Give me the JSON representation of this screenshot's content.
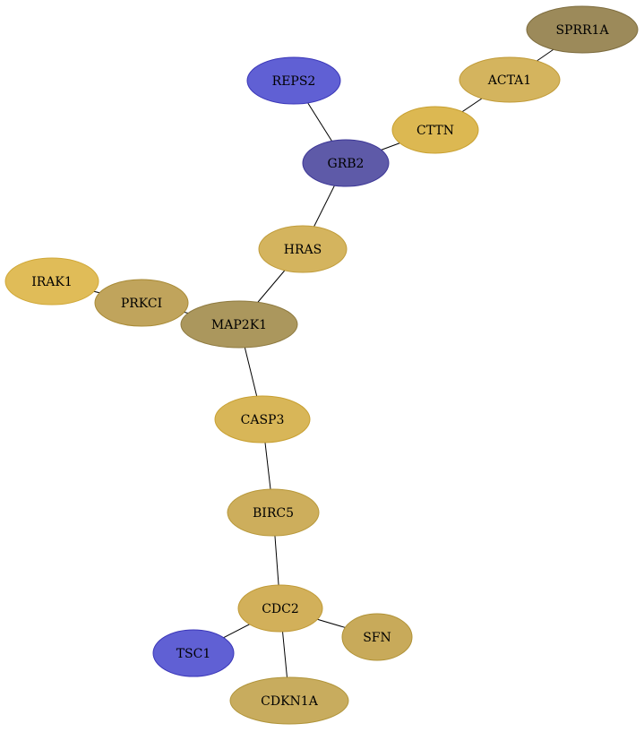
{
  "nodes": [
    {
      "id": "SPRR1A",
      "label": "SPRR1A",
      "fill": "#9c8a5a",
      "stroke": "#7d6c3e"
    },
    {
      "id": "ACTA1",
      "label": "ACTA1",
      "fill": "#d4b45e",
      "stroke": "#c09a36"
    },
    {
      "id": "REPS2",
      "label": "REPS2",
      "fill": "#6060d4",
      "stroke": "#3a36b8"
    },
    {
      "id": "CTTN",
      "label": "CTTN",
      "fill": "#dcb852",
      "stroke": "#c8a030"
    },
    {
      "id": "GRB2",
      "label": "GRB2",
      "fill": "#5e5aa8",
      "stroke": "#3c3696"
    },
    {
      "id": "HRAS",
      "label": "HRAS",
      "fill": "#d4b45e",
      "stroke": "#c09c3a"
    },
    {
      "id": "IRAK1",
      "label": "IRAK1",
      "fill": "#e0bc58",
      "stroke": "#d0a838"
    },
    {
      "id": "PRKCI",
      "label": "PRKCI",
      "fill": "#c0a45c",
      "stroke": "#a88a36"
    },
    {
      "id": "MAP2K1",
      "label": "MAP2K1",
      "fill": "#ab975d",
      "stroke": "#8e7a40"
    },
    {
      "id": "CASP3",
      "label": "CASP3",
      "fill": "#d8b658",
      "stroke": "#c8a032"
    },
    {
      "id": "BIRC5",
      "label": "BIRC5",
      "fill": "#cdae5c",
      "stroke": "#b8983a"
    },
    {
      "id": "CDC2",
      "label": "CDC2",
      "fill": "#d2b05a",
      "stroke": "#c09a36"
    },
    {
      "id": "SFN",
      "label": "SFN",
      "fill": "#c8aa5a",
      "stroke": "#b09236"
    },
    {
      "id": "TSC1",
      "label": "TSC1",
      "fill": "#6060d4",
      "stroke": "#3a36b8"
    },
    {
      "id": "CDKN1A",
      "label": "CDKN1A",
      "fill": "#c8ac5e",
      "stroke": "#b0943a"
    }
  ],
  "edges": [
    [
      "SPRR1A",
      "ACTA1"
    ],
    [
      "ACTA1",
      "CTTN"
    ],
    [
      "CTTN",
      "GRB2"
    ],
    [
      "REPS2",
      "GRB2"
    ],
    [
      "GRB2",
      "HRAS"
    ],
    [
      "HRAS",
      "MAP2K1"
    ],
    [
      "IRAK1",
      "PRKCI"
    ],
    [
      "PRKCI",
      "MAP2K1"
    ],
    [
      "MAP2K1",
      "CASP3"
    ],
    [
      "CASP3",
      "BIRC5"
    ],
    [
      "BIRC5",
      "CDC2"
    ],
    [
      "CDC2",
      "SFN"
    ],
    [
      "CDC2",
      "TSC1"
    ],
    [
      "CDC2",
      "CDKN1A"
    ]
  ]
}
